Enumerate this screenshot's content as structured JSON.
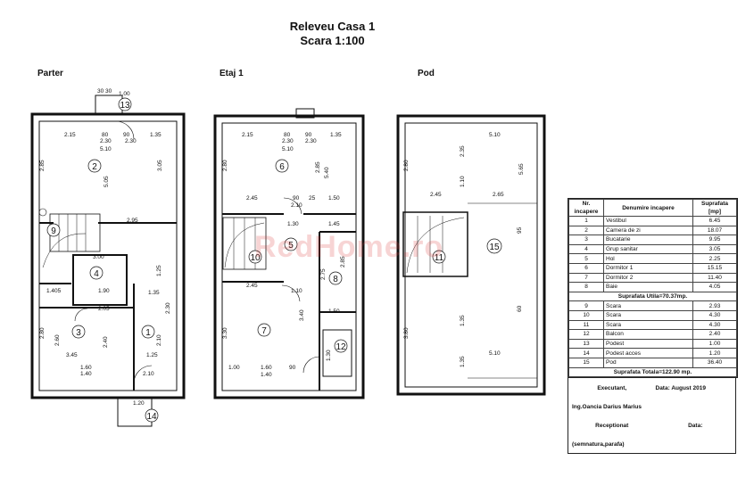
{
  "title": {
    "line1": "Releveu Casa 1",
    "line2": "Scara 1:100"
  },
  "floors": {
    "parter": "Parter",
    "etaj": "Etaj 1",
    "pod": "Pod"
  },
  "watermark": "RedHome.ro",
  "rooms": {
    "parter": [
      "2",
      "3",
      "4",
      "1",
      "9",
      "13",
      "14"
    ],
    "etaj": [
      "6",
      "7",
      "5",
      "8",
      "10",
      "12"
    ],
    "pod": [
      "11",
      "15"
    ]
  },
  "dims": {
    "p_top": [
      "2.15",
      "80",
      "90",
      "1.35",
      "2.30",
      "2.30",
      "5.10"
    ],
    "p_mid": [
      "2.95",
      "3.00",
      "1.90",
      "1.405",
      "1.35",
      "2.05"
    ],
    "p_bot": [
      "3.45",
      "1.60",
      "1.25",
      "1.40",
      "2.10"
    ],
    "p_vert": [
      "2.85",
      "5.05",
      "3.05",
      "2.80",
      "2.60",
      "2.40",
      "2.10",
      "2.30",
      "1.25"
    ],
    "p_small": [
      "30",
      "30",
      "1.00",
      "1.20"
    ],
    "e_top": [
      "2.15",
      "80",
      "90",
      "1.35",
      "2.30",
      "2.30",
      "5.10"
    ],
    "e_mid": [
      "2.45",
      "90",
      "25",
      "1.50",
      "2.10",
      "1.30",
      "1.45",
      "2.45",
      "1.10",
      "1.50"
    ],
    "e_vert": [
      "2.80",
      "2.85",
      "5.40",
      "3.30",
      "3.40",
      "2.85",
      "2.75"
    ],
    "e_bot": [
      "1.00",
      "1.60",
      "1.40",
      "90",
      "1.30"
    ],
    "pod_h": [
      "5.10",
      "2.45",
      "2.65",
      "5.10"
    ],
    "pod_v": [
      "2.80",
      "2.35",
      "1.10",
      "5.65",
      "3.80",
      "1.35",
      "1.35",
      "95",
      "60"
    ]
  },
  "table": {
    "headers": [
      "Nr. incapere",
      "Denumire incapere",
      "Suprafata [mp]"
    ],
    "rows1": [
      [
        "1",
        "Vestibul",
        "6.45"
      ],
      [
        "2",
        "Camera de zi",
        "18.07"
      ],
      [
        "3",
        "Bucatarie",
        "9.95"
      ],
      [
        "4",
        "Grup sanitar",
        "3.05"
      ],
      [
        "5",
        "Hol",
        "2.25"
      ],
      [
        "6",
        "Dormitor 1",
        "15.15"
      ],
      [
        "7",
        "Dormitor 2",
        "11.40"
      ],
      [
        "8",
        "Baie",
        "4.05"
      ]
    ],
    "subtotal": "Suprafata Utila=70.37mp.",
    "rows2": [
      [
        "9",
        "Scara",
        "2.93"
      ],
      [
        "10",
        "Scara",
        "4.30"
      ],
      [
        "11",
        "Scara",
        "4.30"
      ],
      [
        "12",
        "Balcon",
        "2.40"
      ],
      [
        "13",
        "Podest",
        "1.00"
      ],
      [
        "14",
        "Podest acces",
        "1.20"
      ],
      [
        "15",
        "Pod",
        "36.40"
      ]
    ],
    "total": "Suprafata Totala=122.90 mp."
  },
  "signature": {
    "executant": "Executant,",
    "data_label": "Data: August 2019",
    "engineer": "Ing.Oancia Darius Marius",
    "receptionat": "Receptionat",
    "data2": "Data:",
    "stamp": "(semnatura,parafa)"
  }
}
